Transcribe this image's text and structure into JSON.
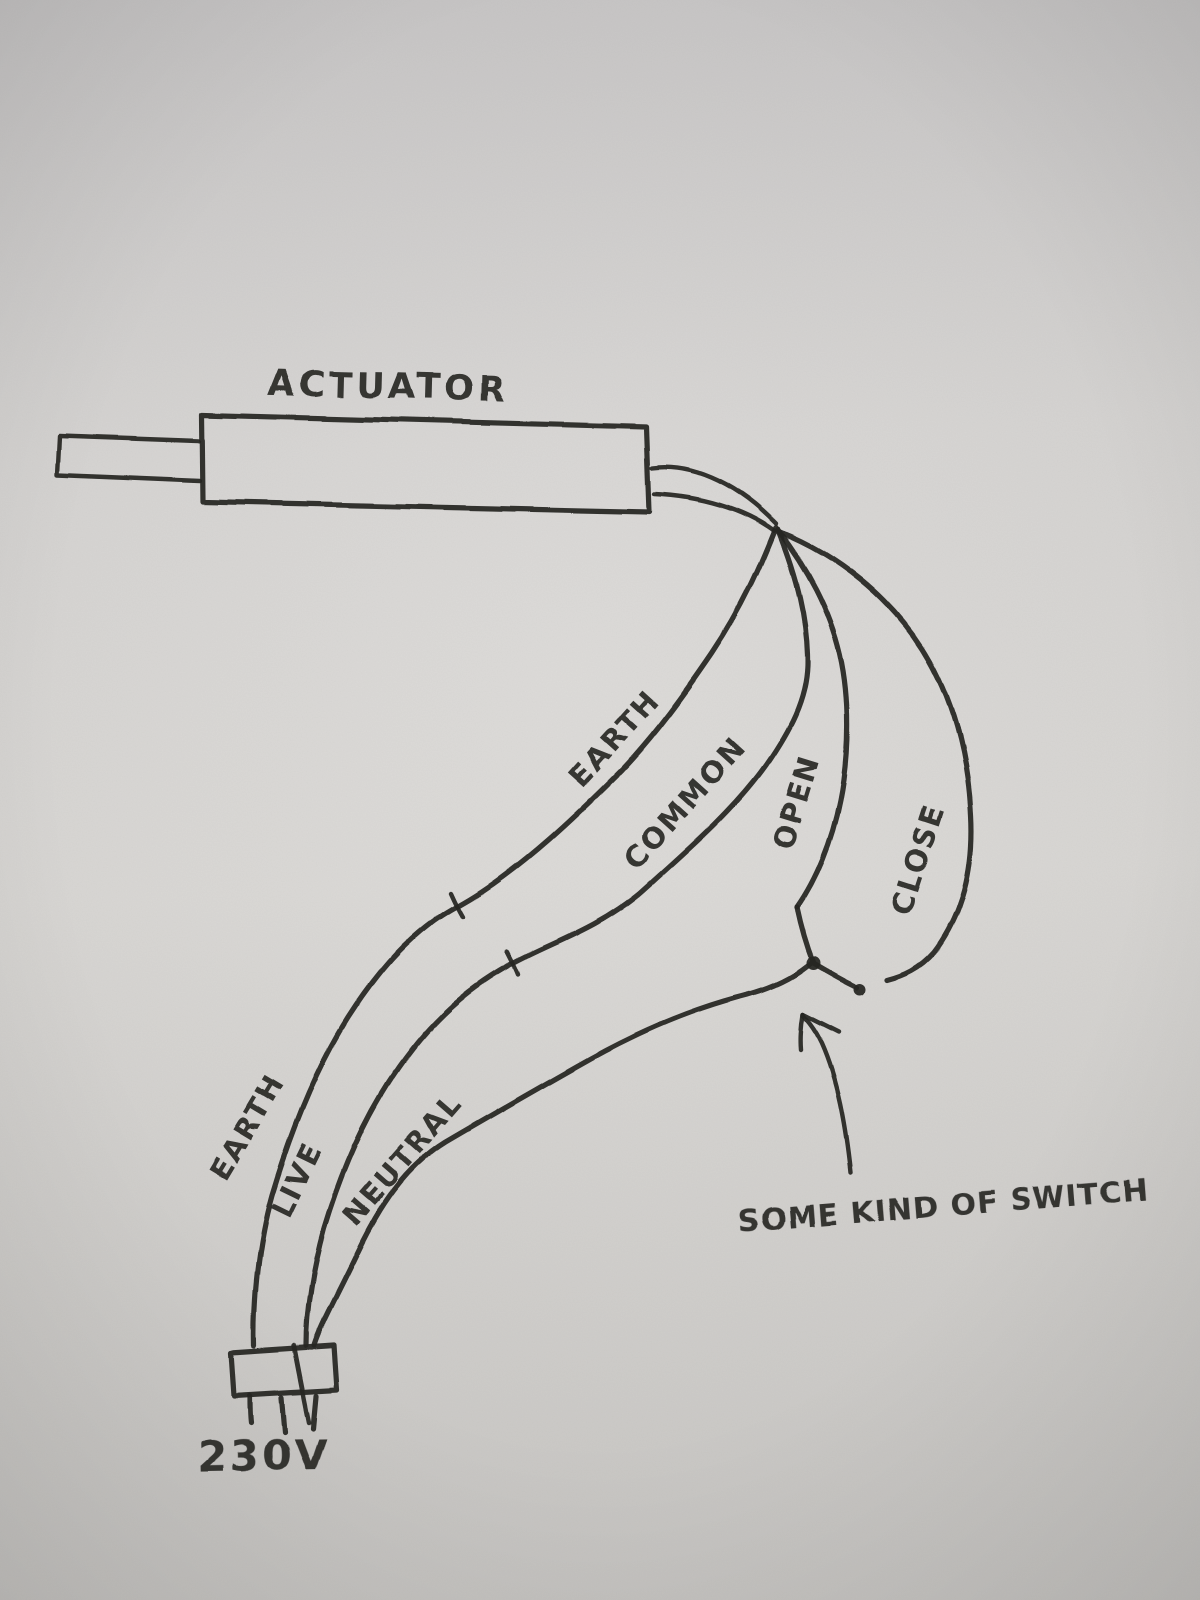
{
  "actuator": {
    "label": "ACTUATOR"
  },
  "wires": {
    "earth_top": {
      "label": "EARTH"
    },
    "common": {
      "label": "COMMON"
    },
    "open": {
      "label": "OPEN"
    },
    "close": {
      "label": "CLOSE"
    },
    "earth_bottom": {
      "label": "EARTH"
    },
    "live": {
      "label": "LIVE"
    },
    "neutral": {
      "label": "NEUTRAL"
    }
  },
  "annotations": {
    "switch_note": "SOME KIND OF SWITCH"
  },
  "power": {
    "voltage": "230V"
  },
  "colors": {
    "ink": "#262624",
    "paper": "#d6d4d2"
  }
}
